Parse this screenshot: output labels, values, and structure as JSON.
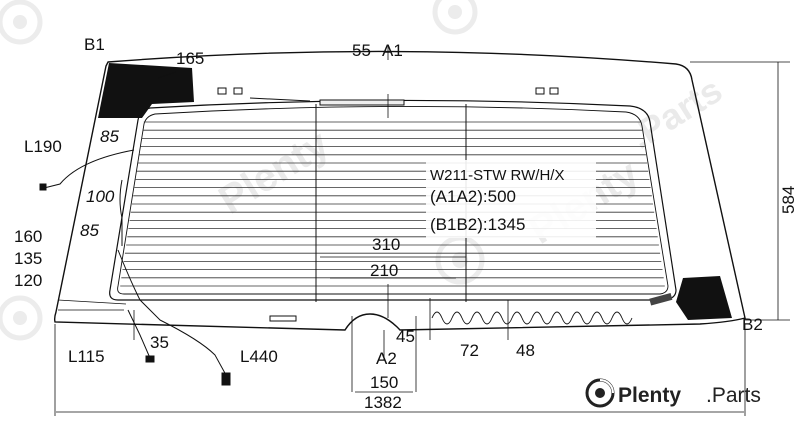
{
  "diagram": {
    "model_code": "W211-STW RW/H/X",
    "a1a2": "(A1A2):500",
    "b1b2": "(B1B2):1345",
    "labels": {
      "b1": "B1",
      "b2": "B2",
      "a1": "A1",
      "a2": "A2",
      "l190": "L190",
      "l115": "L115",
      "l440": "L440"
    },
    "dimensions": {
      "d165": "165",
      "d55": "55",
      "d85_top": "85",
      "d100": "100",
      "d85_mid": "85",
      "d160": "160",
      "d135": "135",
      "d120": "120",
      "d35": "35",
      "d310": "310",
      "d210": "210",
      "d45": "45",
      "d72": "72",
      "d48": "48",
      "d150": "150",
      "d1382": "1382",
      "d584": "584"
    }
  },
  "watermark": {
    "brand": "Plenty",
    "suffix": ".Parts"
  }
}
